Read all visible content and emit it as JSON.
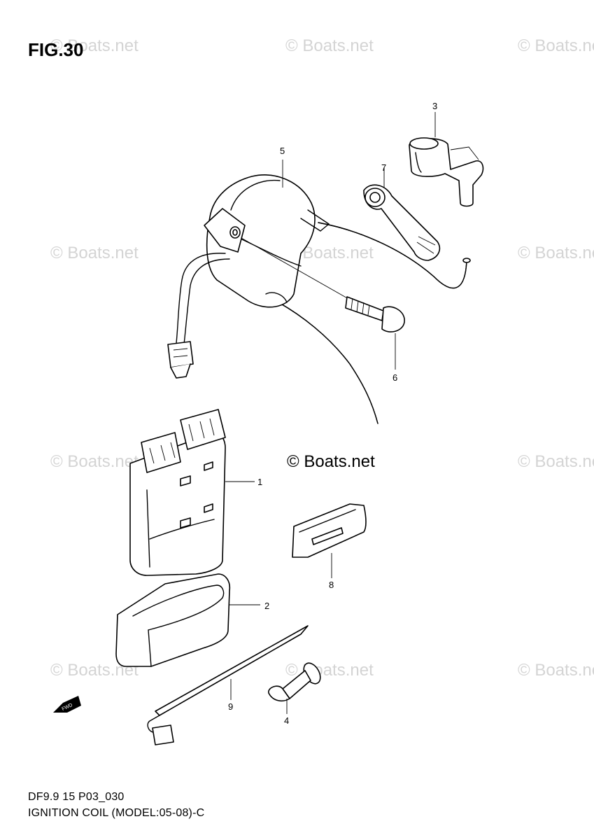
{
  "figure_label": "FIG.30",
  "watermark_text": "© Boats.net",
  "copyright_text": "© Boats.net",
  "footer": {
    "code": "DF9.9 15 P03_030",
    "caption": "IGNITION COIL (MODEL:05-08)-C"
  },
  "parts": [
    {
      "ref": "1"
    },
    {
      "ref": "2"
    },
    {
      "ref": "3"
    },
    {
      "ref": "4"
    },
    {
      "ref": "5"
    },
    {
      "ref": "6"
    },
    {
      "ref": "7"
    },
    {
      "ref": "8"
    },
    {
      "ref": "9"
    }
  ],
  "fwd_label": "FWD"
}
